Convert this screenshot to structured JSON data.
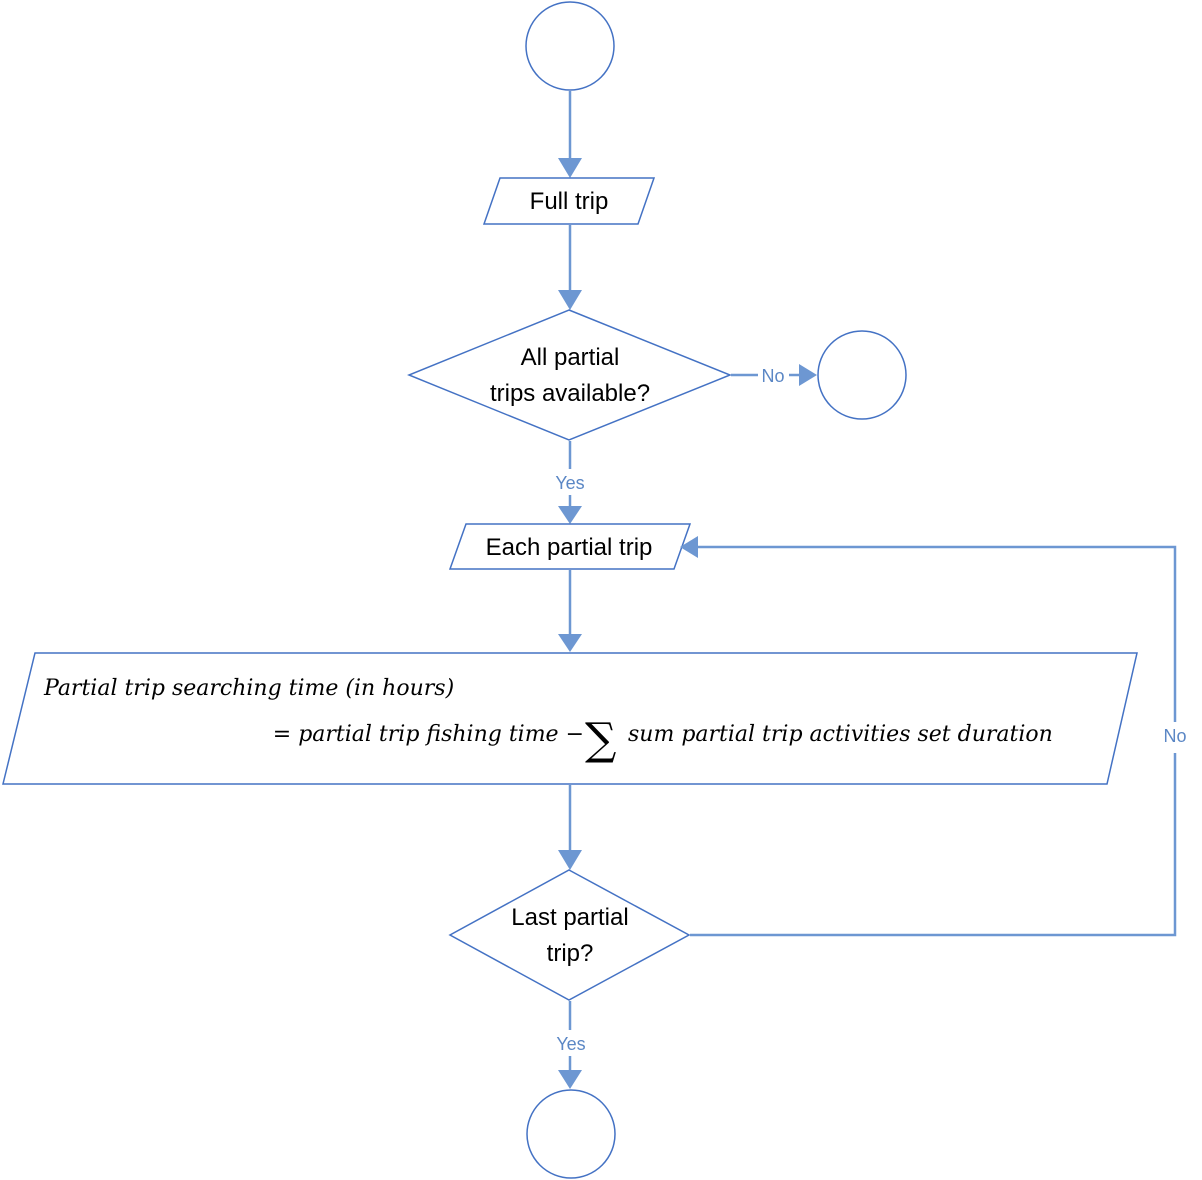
{
  "nodes": {
    "start": {
      "label": ""
    },
    "full_trip": {
      "label": "Full trip"
    },
    "all_partial": {
      "line1": "All partial",
      "line2": "trips available?"
    },
    "no_terminal": {
      "label": ""
    },
    "each_partial": {
      "label": "Each partial trip"
    },
    "formula": {
      "line1": "Partial trip searching time (in hours)",
      "line2_left": "=  partial trip fishing time −",
      "sigma": "∑",
      "line2_right": "sum partial trip activities set duration"
    },
    "last_partial": {
      "line1": "Last partial",
      "line2": "trip?"
    },
    "end": {
      "label": ""
    }
  },
  "edges": {
    "all_partial_no": "No",
    "all_partial_yes": "Yes",
    "last_partial_no": "No",
    "last_partial_yes": "Yes"
  },
  "colors": {
    "shape_stroke": "#4472c4",
    "connector": "#6d97d2",
    "edge_label": "#5b87c5"
  }
}
